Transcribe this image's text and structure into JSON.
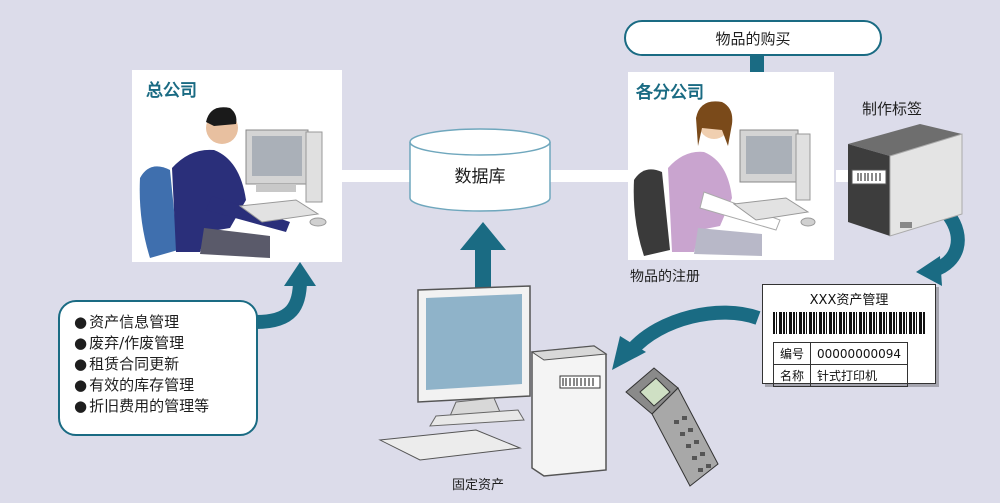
{
  "headquarters": {
    "title": "总公司"
  },
  "branch": {
    "title": "各分公司",
    "registration_label": "物品的注册"
  },
  "purchase": {
    "label": "物品的购买"
  },
  "database": {
    "label": "数据库"
  },
  "label_printer": {
    "label": "制作标签"
  },
  "fixed_asset": {
    "label": "固定资产"
  },
  "benefits": {
    "items": [
      "资产信息管理",
      "废弃/作废管理",
      "租赁合同更新",
      "有效的库存管理",
      "折旧费用的管理等"
    ]
  },
  "asset_tag": {
    "title": "XXX资产管理",
    "rows": [
      {
        "key": "编号",
        "value": "00000000094"
      },
      {
        "key": "名称",
        "value": "针式打印机"
      }
    ]
  },
  "colors": {
    "background": "#dcdcea",
    "accent": "#1a6b83",
    "line": "#ffffff"
  },
  "icons": [
    "office-worker-icon",
    "desktop-computer-icon",
    "database-icon",
    "label-printer-icon",
    "barcode-scanner-icon",
    "asset-tag-icon"
  ]
}
